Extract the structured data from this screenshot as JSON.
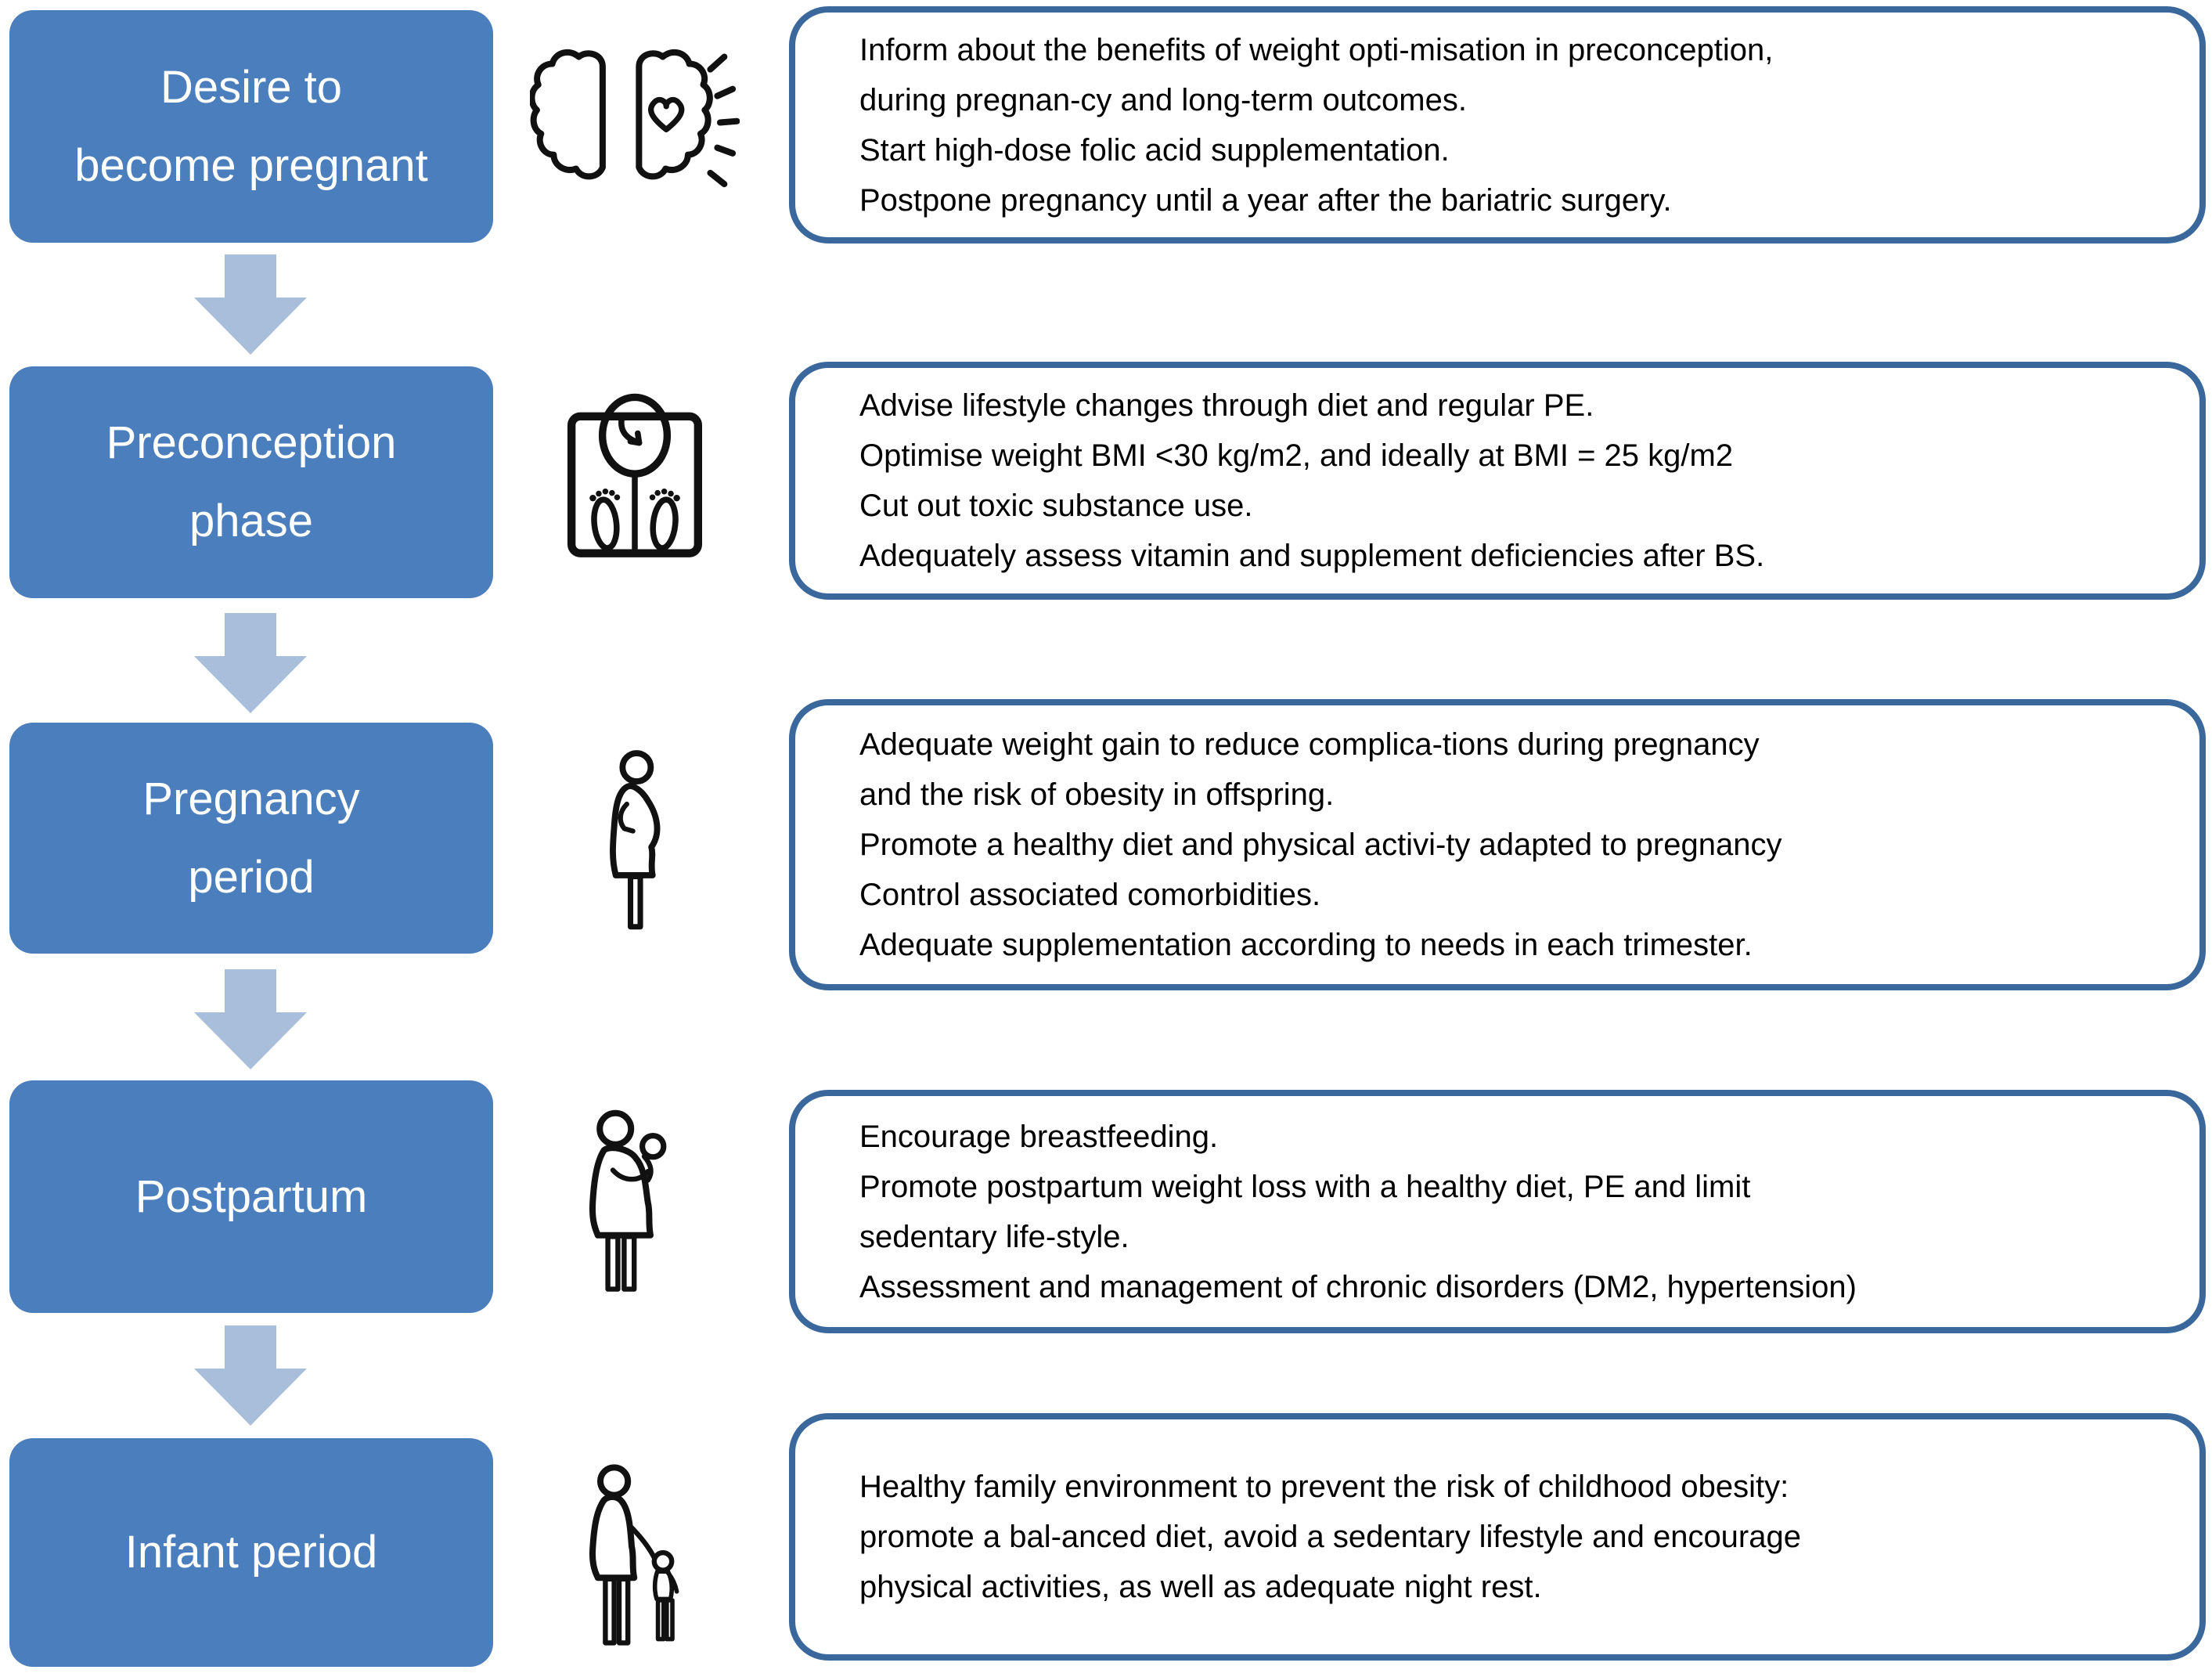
{
  "figure": {
    "colors": {
      "stage_fill": "#4B7EBC",
      "stage_text": "#FFFFFF",
      "arrow_fill": "#A9BEDB",
      "box_border": "#3A689C",
      "detail_text": "#000000",
      "icon_stroke": "#111111"
    },
    "rows": [
      {
        "stage": {
          "lines": [
            "Desire to",
            "become pregnant"
          ]
        },
        "icon": "brain-heart-icon",
        "details": [
          "Inform about the benefits of weight opti-misation in preconception,",
          "during pregnan-cy and long-term outcomes.",
          "Start high-dose folic acid supplementation.",
          "Postpone pregnancy until a year after the bariatric surgery."
        ]
      },
      {
        "stage": {
          "lines": [
            "Preconception",
            "phase"
          ]
        },
        "icon": "weight-scale-icon",
        "details": [
          "Advise lifestyle changes through diet and regular PE.",
          "Optimise weight BMI <30 kg/m2, and ideally at BMI = 25 kg/m2",
          "Cut out toxic substance use.",
          "Adequately assess vitamin and supplement deficiencies after BS."
        ]
      },
      {
        "stage": {
          "lines": [
            "Pregnancy",
            "period"
          ]
        },
        "icon": "pregnant-woman-icon",
        "details": [
          "Adequate weight gain to reduce complica-tions during pregnancy",
          "and the risk of obesity in offspring.",
          "Promote a healthy diet and physical activi-ty adapted to pregnancy",
          "Control associated comorbidities.",
          "Adequate supplementation according to needs in each trimester."
        ]
      },
      {
        "stage": {
          "lines": [
            "Postpartum"
          ]
        },
        "icon": "mother-baby-icon",
        "details": [
          "Encourage breastfeeding.",
          "Promote postpartum weight loss with a healthy diet, PE and limit",
          "sedentary life-style.",
          "Assessment and management of chronic disorders (DM2, hypertension)"
        ]
      },
      {
        "stage": {
          "lines": [
            "Infant period"
          ]
        },
        "icon": "mother-child-icon",
        "details": [
          "Healthy family environment to prevent the risk of childhood obesity:",
          "promote a bal-anced diet, avoid a sedentary lifestyle and encourage",
          "physical activities, as well as adequate night rest."
        ]
      }
    ]
  }
}
